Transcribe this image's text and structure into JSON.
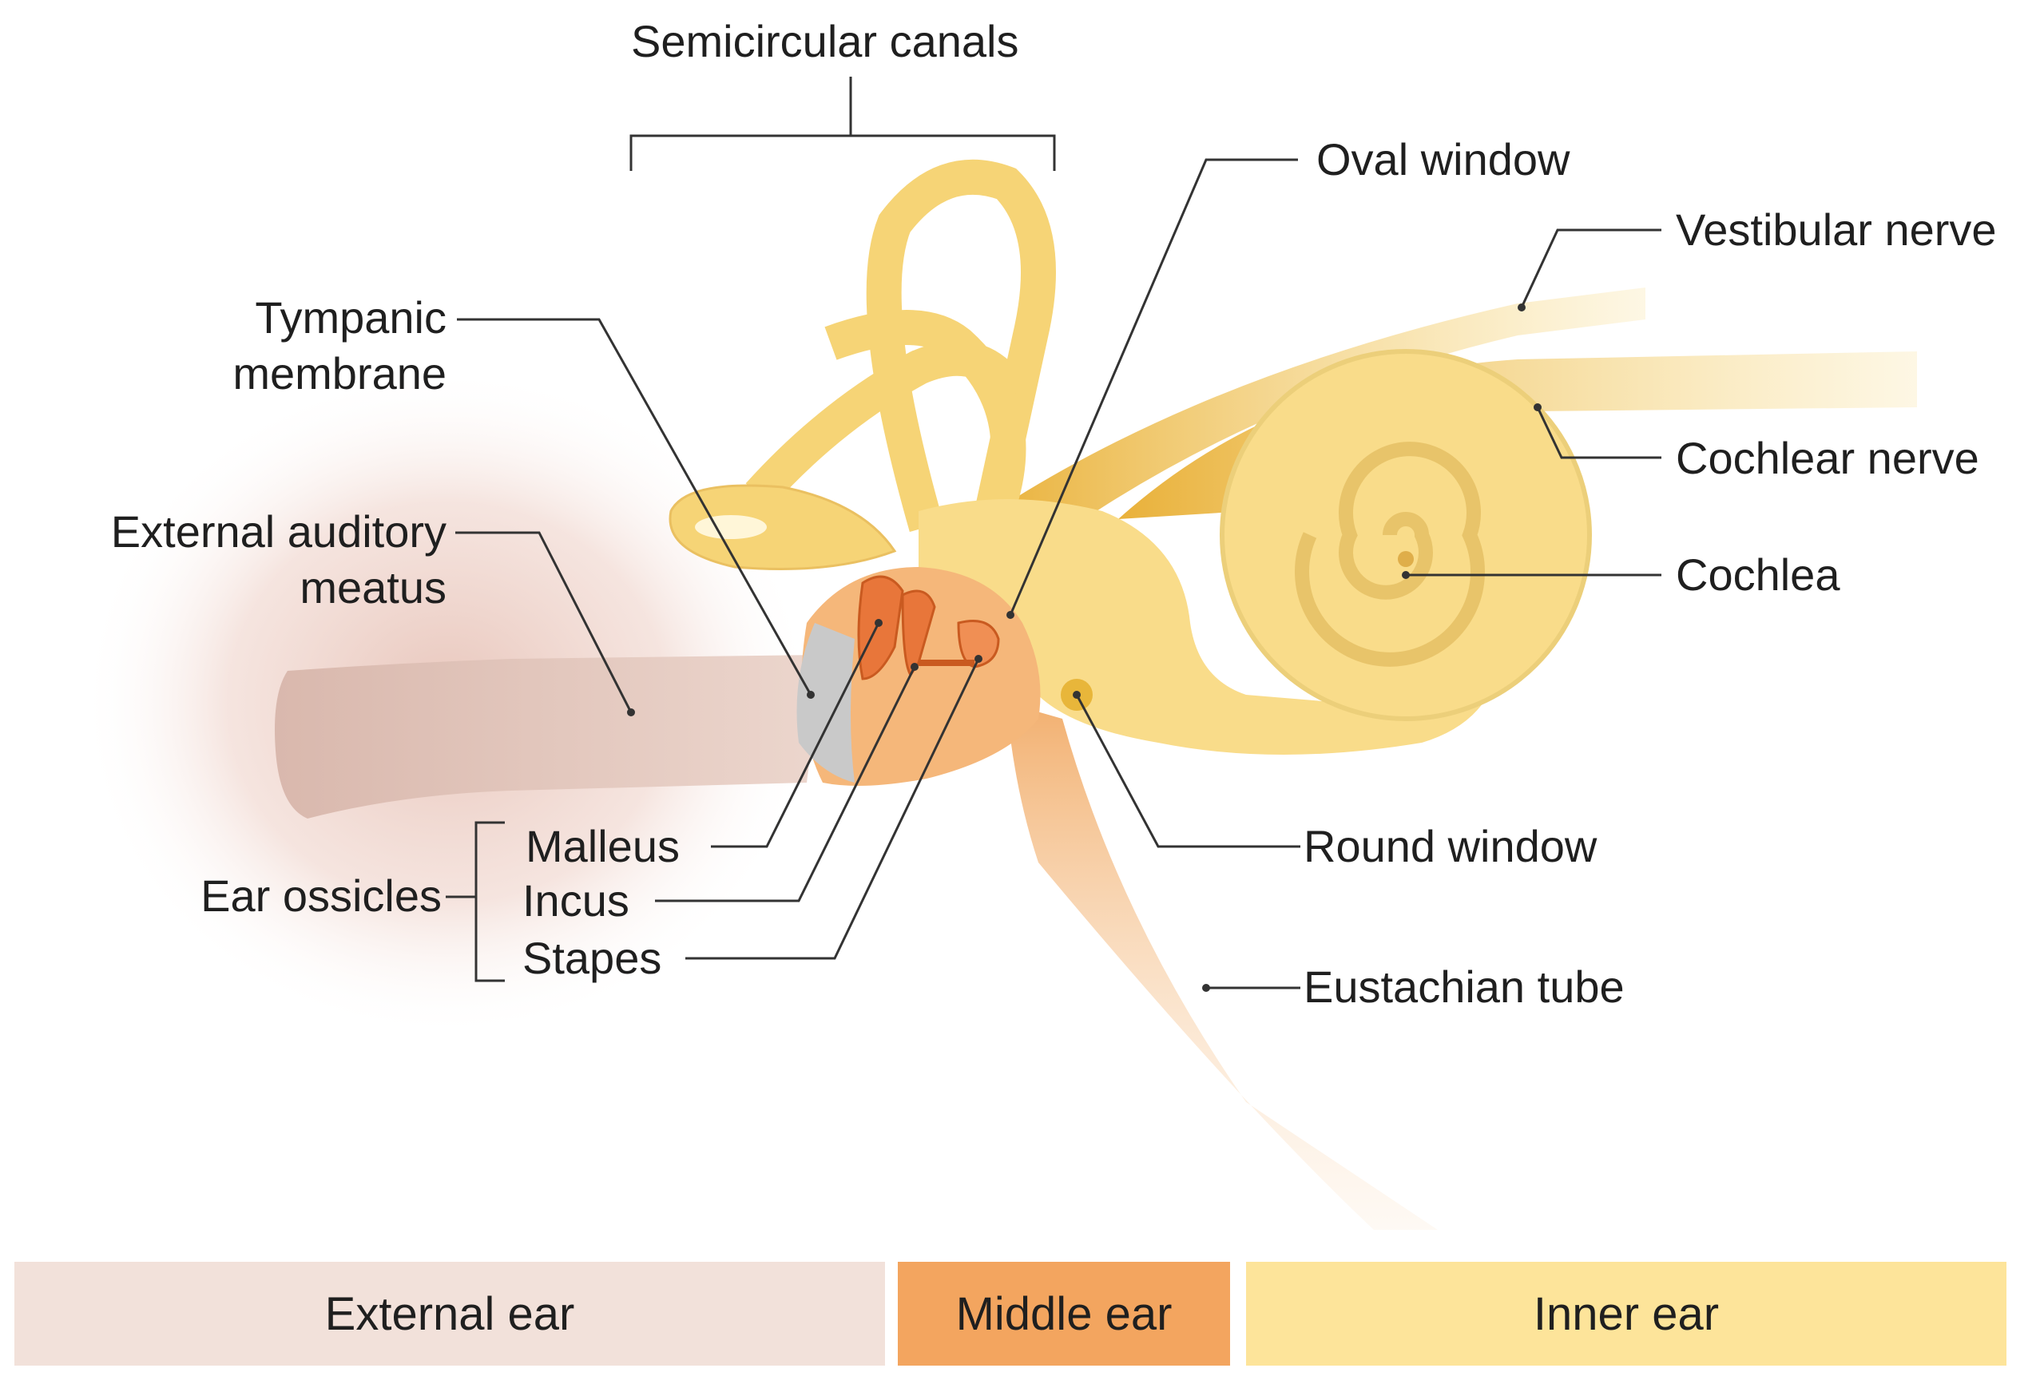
{
  "labels": {
    "semicircular_canals": "Semicircular canals",
    "oval_window": "Oval window",
    "vestibular_nerve": "Vestibular nerve",
    "tympanic_membrane_line1": "Tympanic",
    "tympanic_membrane_line2": "membrane",
    "cochlear_nerve": "Cochlear nerve",
    "external_auditory_meatus_line1": "External auditory",
    "external_auditory_meatus_line2": "meatus",
    "cochlea": "Cochlea",
    "malleus": "Malleus",
    "incus": "Incus",
    "stapes": "Stapes",
    "ear_ossicles": "Ear ossicles",
    "round_window": "Round window",
    "eustachian_tube": "Eustachian tube"
  },
  "regions": [
    {
      "label": "External ear",
      "color": "#f2e1da"
    },
    {
      "label": "Middle ear",
      "color": "#f3a55f"
    },
    {
      "label": "Inner ear",
      "color": "#fde49a"
    }
  ],
  "colors": {
    "external": "#ecd2c8",
    "middle": "#f5b77a",
    "inner": "#f9dc8a",
    "nerve": "#f0c14b",
    "ossicle": "#e8763a",
    "membrane": "#c9c9c9",
    "leader": "#333333"
  }
}
